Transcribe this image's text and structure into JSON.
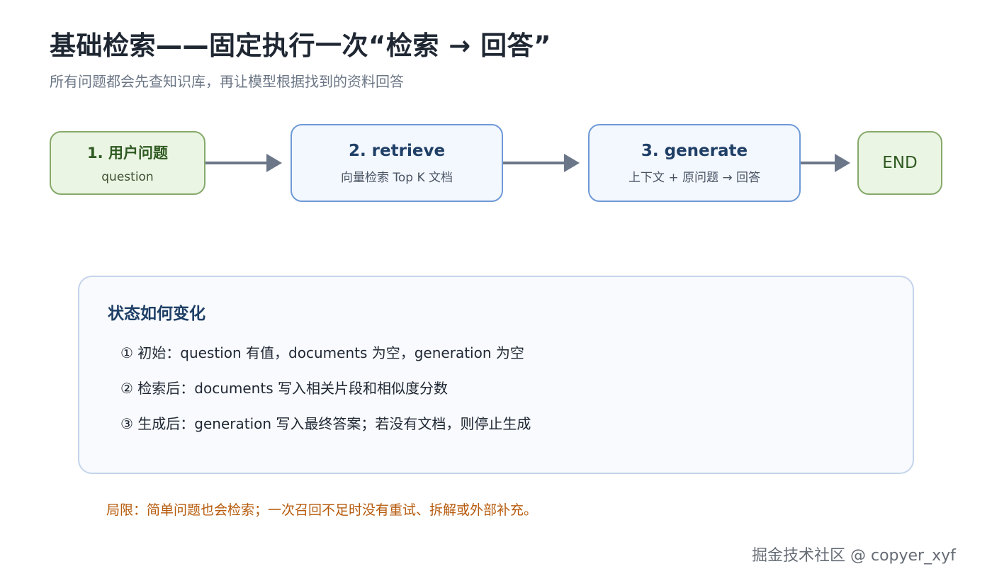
{
  "header": {
    "title": "基础检索——固定执行一次“检索 → 回答”",
    "subtitle": "所有问题都会先查知识库，再让模型根据找到的资料回答"
  },
  "flow": {
    "nodes": [
      {
        "id": "question",
        "label": "1. 用户问题",
        "sublabel": "question"
      },
      {
        "id": "retrieve",
        "label": "2. retrieve",
        "sublabel": "向量检索 Top K 文档"
      },
      {
        "id": "generate",
        "label": "3. generate",
        "sublabel": "上下文 + 原问题 → 回答"
      },
      {
        "id": "end",
        "label": "END"
      }
    ],
    "edges": [
      {
        "from": "question",
        "to": "retrieve"
      },
      {
        "from": "retrieve",
        "to": "generate"
      },
      {
        "from": "generate",
        "to": "end"
      }
    ]
  },
  "state_panel": {
    "title": "状态如何变化",
    "items": [
      "① 初始：question 有值，documents 为空，generation 为空",
      "② 检索后：documents 写入相关片段和相似度分数",
      "③ 生成后：generation 写入最终答案；若没有文档，则停止生成"
    ]
  },
  "limitation": "局限：简单问题也会检索；一次召回不足时没有重试、拆解或外部补充。",
  "watermark": "掘金技术社区 @ copyer_xyf",
  "colors": {
    "green_fill": "#ebf5e3",
    "green_border": "#86a96b",
    "blue_fill": "#f3f7fe",
    "blue_border": "#6e9ad6",
    "arrow": "#6b7688",
    "warning_text": "#b65a0c"
  }
}
